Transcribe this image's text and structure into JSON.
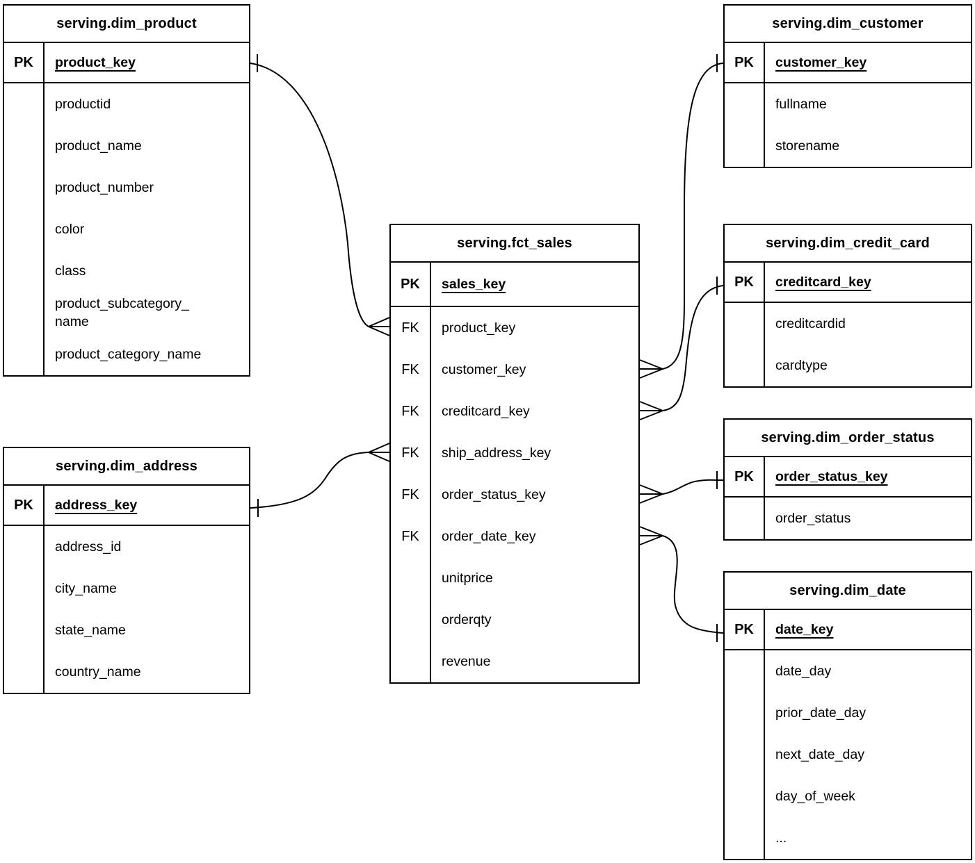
{
  "diagram": {
    "colors": {
      "line": "#000000",
      "background": "#ffffff",
      "text": "#000000"
    },
    "tables": {
      "dim_product": {
        "title": "serving.dim_product",
        "pk": {
          "badge": "PK",
          "name": "product_key"
        },
        "fields": [
          {
            "badge": "",
            "name": "productid"
          },
          {
            "badge": "",
            "name": "product_name"
          },
          {
            "badge": "",
            "name": "product_number"
          },
          {
            "badge": "",
            "name": "color"
          },
          {
            "badge": "",
            "name": "class"
          },
          {
            "badge": "",
            "name": "product_subcategory_\nname"
          },
          {
            "badge": "",
            "name": "product_category_name"
          }
        ]
      },
      "dim_address": {
        "title": "serving.dim_address",
        "pk": {
          "badge": "PK",
          "name": "address_key"
        },
        "fields": [
          {
            "badge": "",
            "name": "address_id"
          },
          {
            "badge": "",
            "name": "city_name"
          },
          {
            "badge": "",
            "name": "state_name"
          },
          {
            "badge": "",
            "name": "country_name"
          }
        ]
      },
      "fct_sales": {
        "title": "serving.fct_sales",
        "pk": {
          "badge": "PK",
          "name": "sales_key"
        },
        "fields": [
          {
            "badge": "FK",
            "name": "product_key"
          },
          {
            "badge": "FK",
            "name": "customer_key"
          },
          {
            "badge": "FK",
            "name": "creditcard_key"
          },
          {
            "badge": "FK",
            "name": "ship_address_key"
          },
          {
            "badge": "FK",
            "name": "order_status_key"
          },
          {
            "badge": "FK",
            "name": "order_date_key"
          },
          {
            "badge": "",
            "name": "unitprice"
          },
          {
            "badge": "",
            "name": "orderqty"
          },
          {
            "badge": "",
            "name": "revenue"
          }
        ]
      },
      "dim_customer": {
        "title": "serving.dim_customer",
        "pk": {
          "badge": "PK",
          "name": "customer_key"
        },
        "fields": [
          {
            "badge": "",
            "name": "fullname"
          },
          {
            "badge": "",
            "name": "storename"
          }
        ]
      },
      "dim_credit_card": {
        "title": "serving.dim_credit_card",
        "pk": {
          "badge": "PK",
          "name": "creditcard_key"
        },
        "fields": [
          {
            "badge": "",
            "name": "creditcardid"
          },
          {
            "badge": "",
            "name": "cardtype"
          }
        ]
      },
      "dim_order_status": {
        "title": "serving.dim_order_status",
        "pk": {
          "badge": "PK",
          "name": "order_status_key"
        },
        "fields": [
          {
            "badge": "",
            "name": "order_status"
          }
        ]
      },
      "dim_date": {
        "title": "serving.dim_date",
        "pk": {
          "badge": "PK",
          "name": "date_key"
        },
        "fields": [
          {
            "badge": "",
            "name": "date_day"
          },
          {
            "badge": "",
            "name": "prior_date_day"
          },
          {
            "badge": "",
            "name": "next_date_day"
          },
          {
            "badge": "",
            "name": "day_of_week"
          },
          {
            "badge": "",
            "name": "..."
          }
        ]
      }
    },
    "relationships": [
      {
        "one_side": "serving.dim_product.product_key",
        "many_side": "serving.fct_sales.product_key",
        "one_cardinality": "one",
        "many_cardinality": "many"
      },
      {
        "one_side": "serving.dim_customer.customer_key",
        "many_side": "serving.fct_sales.customer_key",
        "one_cardinality": "one",
        "many_cardinality": "many"
      },
      {
        "one_side": "serving.dim_credit_card.creditcard_key",
        "many_side": "serving.fct_sales.creditcard_key",
        "one_cardinality": "one",
        "many_cardinality": "many"
      },
      {
        "one_side": "serving.dim_address.address_key",
        "many_side": "serving.fct_sales.ship_address_key",
        "one_cardinality": "one",
        "many_cardinality": "many"
      },
      {
        "one_side": "serving.dim_order_status.order_status_key",
        "many_side": "serving.fct_sales.order_status_key",
        "one_cardinality": "one",
        "many_cardinality": "many"
      },
      {
        "one_side": "serving.dim_date.date_key",
        "many_side": "serving.fct_sales.order_date_key",
        "one_cardinality": "one",
        "many_cardinality": "many"
      }
    ]
  }
}
